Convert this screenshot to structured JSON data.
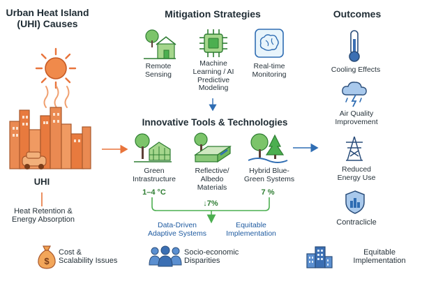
{
  "causes": {
    "title_line1": "Urban Heat Island",
    "title_line2": "(UHI) Causes",
    "uhi_label": "UHI",
    "heat_line1": "Heat Retention &",
    "heat_line2": "Energy Absorption",
    "cost_line1": "Cost &",
    "cost_line2": "Scalability Issues"
  },
  "mitigation": {
    "title": "Mitigation Strategies",
    "remote_line1": "Remote",
    "remote_line2": "Sensing",
    "ml_line1": "Machine",
    "ml_line2": "Learning / AI",
    "ml_line3": "Predictive",
    "ml_line4": "Modeling",
    "rt_line1": "Real-time",
    "rt_line2": "Monitoring"
  },
  "tools": {
    "title": "Innovative Tools & Technologies",
    "green_line1": "Green",
    "green_line2": "Intrastructure",
    "green_value": "1–4 °C",
    "reflect_line1": "Reflective/",
    "reflect_line2": "Albedo",
    "reflect_line3": "Materials",
    "reflect_value": "↓7%",
    "hybrid_line1": "Hybrid Blue-",
    "hybrid_line2": "Green Systems",
    "hybrid_value": "7 %",
    "adaptive_line1": "Data-Driven",
    "adaptive_line2": "Adaptive Systems",
    "equit_line1": "Equitable",
    "equit_line2": "Implementation"
  },
  "bottom": {
    "socio_line1": "Socio-economic",
    "socio_line2": "Disparities",
    "equit_line1": "Equitable",
    "equit_line2": "Implementation"
  },
  "outcomes": {
    "title": "Outcomes",
    "cooling": "Cooling Effects",
    "air_line1": "Air Quality",
    "air_line2": "Improvement",
    "energy_line1": "Reduced",
    "energy_line2": "Energy Use",
    "contra": "Contraclicle"
  },
  "colors": {
    "orange": "#e8743b",
    "green": "#4caf50",
    "blue": "#2f6db3",
    "navy": "#2a4d7a"
  }
}
